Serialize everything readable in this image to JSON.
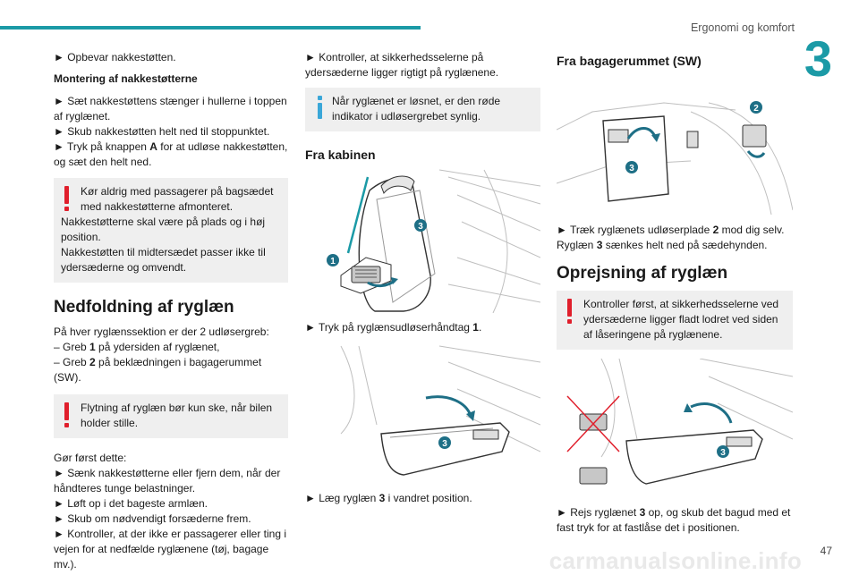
{
  "header": {
    "title": "Ergonomi og komfort",
    "chapter": "3",
    "page": "47"
  },
  "watermark": "carmanualsonline.info",
  "col1": {
    "line_store": "► Opbevar nakkestøtten.",
    "mount_heading": "Montering af nakkestøtterne",
    "mount_steps": [
      "► Sæt nakkestøttens stænger i hullerne i toppen af ryglænet.",
      "► Skub nakkestøtten helt ned til stoppunktet.",
      [
        "► Tryk på knappen ",
        "A",
        " for at udløse nakkestøtten, og sæt den helt ned."
      ]
    ],
    "warning1_lines": [
      "Kør aldrig med passagerer på bagsædet med nakkestøtterne afmonteret.",
      "Nakkestøtterne skal være på plads og i høj position.",
      "Nakkestøtten til midtersædet passer ikke til ydersæderne og omvendt."
    ],
    "section_title": "Nedfoldning af ryglæn",
    "release_intro": "På hver ryglænssektion er der 2 udløsergreb:",
    "release_items": [
      [
        "– Greb ",
        "1",
        " på ydersiden af ryglænet,"
      ],
      [
        "– Greb ",
        "2",
        " på beklædningen i bagagerummet (SW)."
      ]
    ],
    "warning2": "Flytning af ryglæn bør kun ske, når bilen holder stille.",
    "first_do": "Gør først dette:",
    "first_steps": [
      "► Sænk nakkestøtterne eller fjern dem, når der håndteres tunge belastninger.",
      "► Løft op i det bageste armlæn.",
      "► Skub om nødvendigt forsæderne frem.",
      "► Kontroller, at der ikke er passagerer eller ting i vejen for at nedfælde ryglænene (tøj, bagage mv.)."
    ]
  },
  "col2": {
    "check_belts": "► Kontroller, at sikkerhedsselerne på ydersæderne ligger rigtigt på ryglænene.",
    "info": "Når ryglænet er løsnet, er den røde indikator i udløsergrebet synlig.",
    "cabin_title": "Fra kabinen",
    "fig1_labels": [
      "1",
      "3"
    ],
    "step_press": [
      "► Tryk på ryglænsudløserhåndtag ",
      "1",
      "."
    ],
    "fig2_labels": [
      "3"
    ],
    "step_lay": [
      "► Læg ryglæn ",
      "3",
      " i vandret position."
    ]
  },
  "col3": {
    "trunk_title": "Fra bagagerummet (SW)",
    "fig3_labels": [
      "2",
      "3"
    ],
    "step_pull": [
      "► Træk ryglænets udløserplade ",
      "2",
      " mod dig selv. Ryglæn ",
      "3",
      " sænkes helt ned på sædehynden."
    ],
    "section_title": "Oprejsning af ryglæn",
    "warning3": "Kontroller først, at sikkerhedsselerne ved ydersæderne ligger fladt lodret ved siden af låseringene på ryglænene.",
    "fig4_labels": [
      "3"
    ],
    "step_raise": [
      "► Rejs ryglænet ",
      "3",
      " op, og skub det bagud med et fast tryk for at fastlåse det i positionen."
    ]
  },
  "colors": {
    "accent": "#1b9aa6",
    "warning": "#e01f2c",
    "info": "#3aa7d8",
    "callout": "#1e6f86"
  }
}
